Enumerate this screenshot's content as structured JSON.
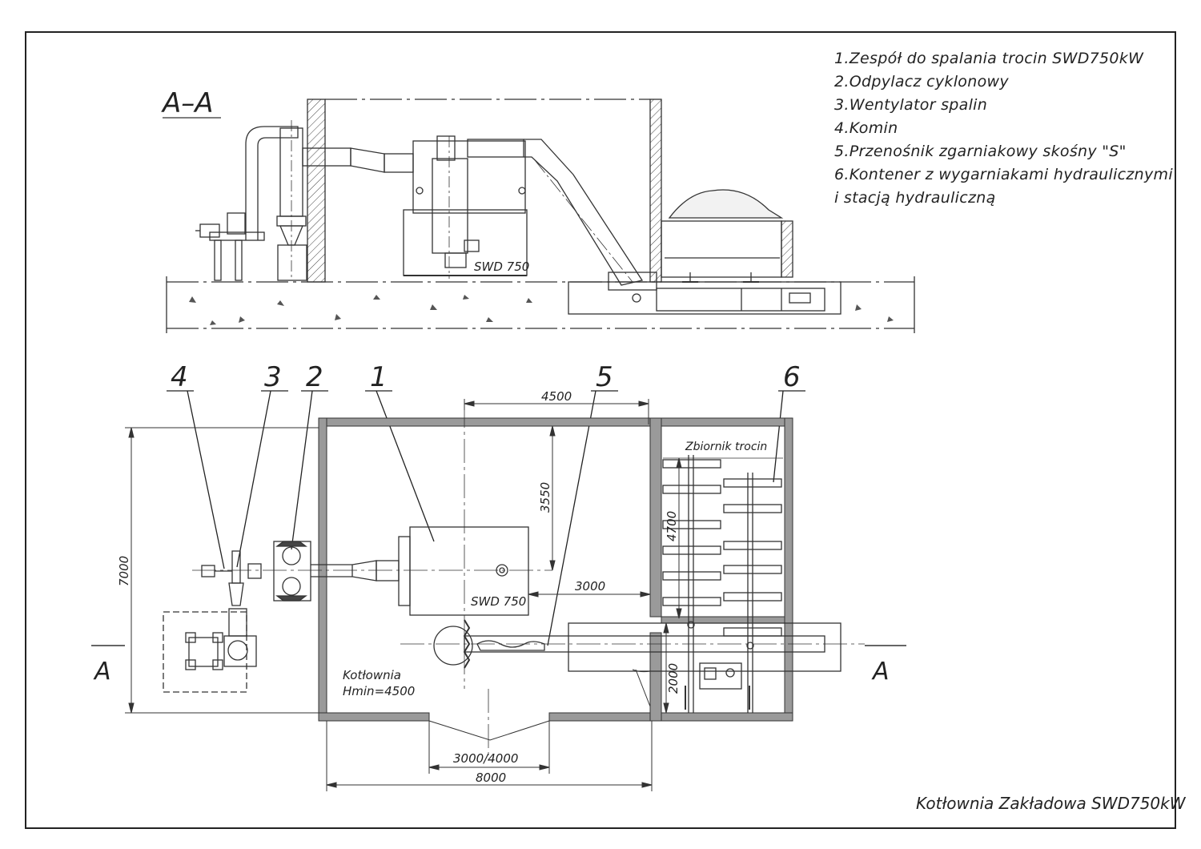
{
  "section_title": "A–A",
  "legend": [
    "1.Zespół do spalania trocin SWD750kW",
    "2.Odpylacz cyklonowy",
    "3.Wentylator spalin",
    "4.Komin",
    "5.Przenośnik zgarniakowy skośny \"S\"",
    "6.Kontener z wygarniakami hydraulicznymi",
    "i stacją hydrauliczną"
  ],
  "labels": {
    "swd_section": "SWD 750",
    "swd_plan": "SWD 750",
    "zbiornik": "Zbiornik trocin",
    "kotlownia": "Kotłownia",
    "hmin": "Hmin=4500",
    "cut_left": "A",
    "cut_right": "A",
    "footer": "Kotłownia Zakładowa SWD750kW"
  },
  "callouts": [
    "4",
    "3",
    "2",
    "1",
    "5",
    "6"
  ],
  "dimensions": {
    "d4500": "4500",
    "d3550": "3550",
    "d4700": "4700",
    "d3000": "3000",
    "d2000": "2000",
    "d7000": "7000",
    "d3000_4000": "3000/4000",
    "d8000": "8000"
  }
}
